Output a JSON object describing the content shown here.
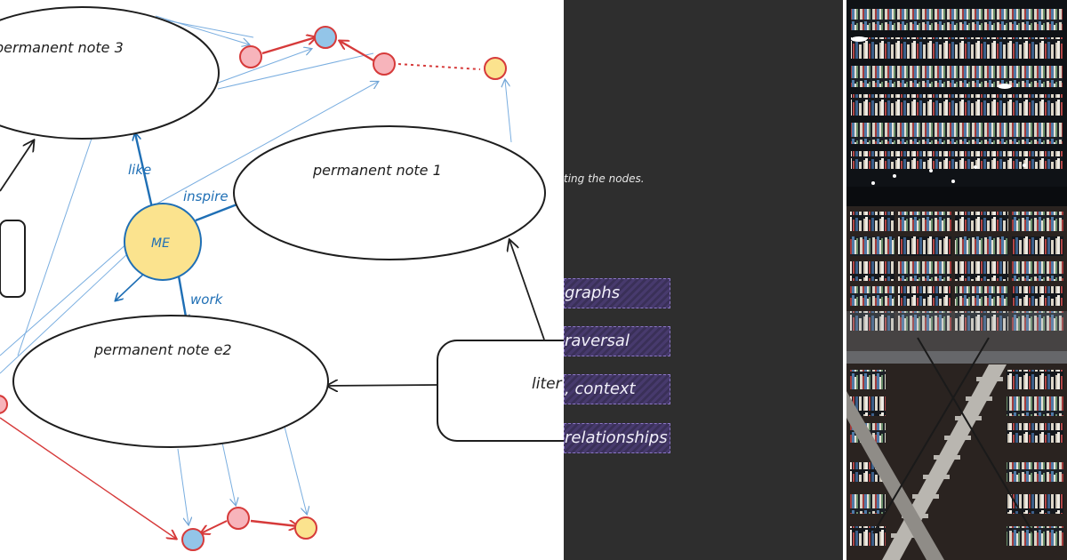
{
  "diagram": {
    "notes": {
      "note3": "permanent note 3",
      "note1": "permanent note 1",
      "note_e2": "permanent note e2",
      "literature": "liter"
    },
    "center": "ME",
    "edges": {
      "like": "like",
      "inspire": "inspire",
      "work": "work"
    }
  },
  "dark_panel": {
    "caption": "ting the nodes.",
    "tags": [
      "graphs",
      "raversal",
      ", context",
      "relationships"
    ]
  },
  "colors": {
    "accent_blue": "#1f6fb5",
    "accent_red": "#d63a3a",
    "node_yellow": "#fbe38e",
    "node_pink": "#f7b4bb",
    "node_blue": "#93c5e8",
    "tag_purple": "#3a3058"
  }
}
